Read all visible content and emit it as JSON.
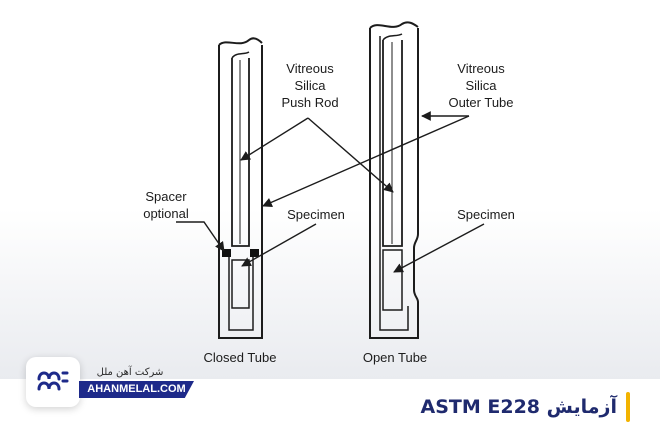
{
  "diagram": {
    "left_tube": {
      "push_rod_label": [
        "Vitreous",
        "Silica",
        "Push Rod"
      ],
      "spacer_label": [
        "Spacer",
        "optional"
      ],
      "specimen_label": "Specimen",
      "caption": "Closed Tube"
    },
    "right_tube": {
      "outer_tube_label": [
        "Vitreous",
        "Silica",
        "Outer Tube"
      ],
      "specimen_label": "Specimen",
      "caption": "Open Tube"
    }
  },
  "brand": {
    "name_fa": "شرکت آهن ملل",
    "url": "AHANMELAL.COM",
    "logo_icon": "ahanmelal-logo-icon",
    "color": "#1e2a8a"
  },
  "title": {
    "text": "آزمایش ASTM E228",
    "accent_color": "#f2b300"
  }
}
